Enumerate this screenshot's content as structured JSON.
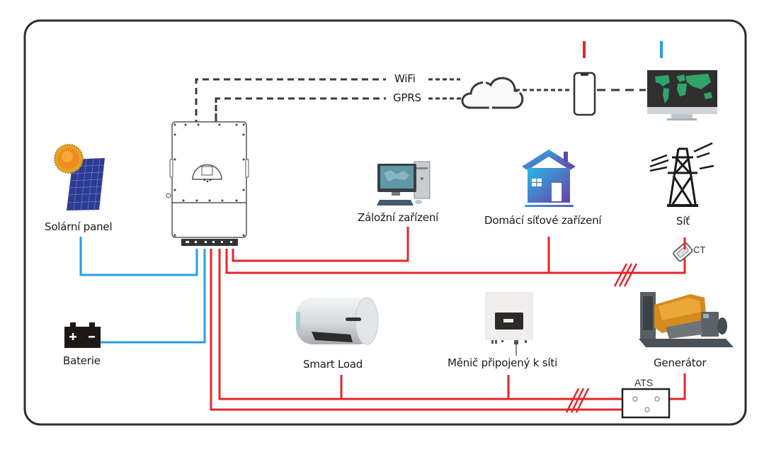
{
  "diagram": {
    "title": "Hybrid inverter system wiring diagram",
    "communication": {
      "wifi_label": "WiFi",
      "gprs_label": "GPRS"
    },
    "nodes": {
      "solar_panel": {
        "label": "Solární panel",
        "icon": "solar-panel-icon"
      },
      "battery": {
        "label": "Baterie",
        "icon": "battery-icon"
      },
      "inverter": {
        "label": "",
        "icon": "hybrid-inverter-icon"
      },
      "backup_load": {
        "label": "Záložní zařízení",
        "icon": "desktop-computer-icon"
      },
      "home_load": {
        "label": "Domácí síťové zařízení",
        "icon": "house-icon"
      },
      "grid": {
        "label": "Síť",
        "icon": "power-pylon-icon"
      },
      "ct": {
        "label": "CT",
        "icon": "current-transformer-icon"
      },
      "cloud": {
        "label": "",
        "icon": "cloud-icon"
      },
      "phone": {
        "label": "",
        "icon": "smartphone-icon"
      },
      "monitor": {
        "label": "",
        "icon": "world-map-monitor-icon"
      },
      "smart_load": {
        "label": "Smart Load",
        "icon": "water-heater-icon"
      },
      "grid_tie_inverter": {
        "label": "Měnič připojený k síti",
        "icon": "string-inverter-icon"
      },
      "generator": {
        "label": "Generátor",
        "icon": "generator-icon"
      },
      "ats": {
        "label": "ATS",
        "icon": "ats-switch-icon"
      }
    },
    "legend_marks": {
      "ac_color": "#e5262b",
      "dc_color": "#2a9ee0",
      "comm_color": "#3a3a3a"
    }
  }
}
